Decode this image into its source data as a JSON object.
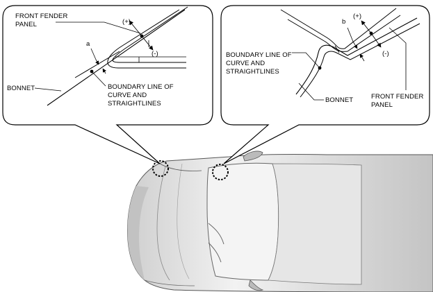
{
  "left_callout": {
    "label_front_fender_l1": "FRONT FENDER",
    "label_front_fender_l2": "PANEL",
    "label_a": "a",
    "label_plus": "(+)",
    "label_minus": "(-)",
    "label_bonnet": "BONNET",
    "label_boundary_l1": "BOUNDARY LINE OF",
    "label_boundary_l2": "CURVE AND",
    "label_boundary_l3": "STRAIGHTLINES"
  },
  "right_callout": {
    "label_b": "b",
    "label_plus": "(+)",
    "label_minus": "(-)",
    "label_boundary_l1": "BOUNDARY LINE OF",
    "label_boundary_l2": "CURVE AND",
    "label_boundary_l3": "STRAIGHTLINES",
    "label_bonnet": "BONNET",
    "label_front_fender_l1": "FRONT FENDER",
    "label_front_fender_l2": "PANEL"
  },
  "colors": {
    "line": "#000000",
    "car_body": "#e2e2e2",
    "car_shade": "#bdbdbd",
    "background": "#ffffff"
  }
}
